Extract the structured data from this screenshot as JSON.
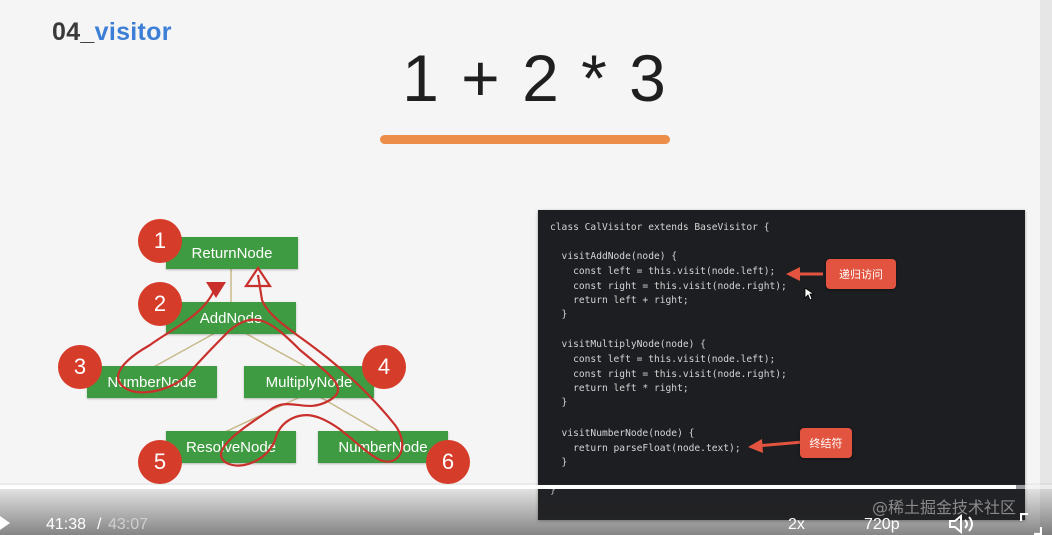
{
  "slide": {
    "title_number": "04_",
    "title_word": "visitor",
    "formula": "1 + 2 * 3",
    "colors": {
      "title_blue": "#3d7fd6",
      "underline": "#ec8d4a",
      "node_green": "#3f9b41",
      "badge_red": "#d63c2a",
      "path_red": "#c9302c",
      "code_bg": "#1d1e22"
    }
  },
  "tree": {
    "nodes": {
      "return": "ReturnNode",
      "add": "AddNode",
      "number_left": "NumberNode",
      "multiply": "MultiplyNode",
      "resolve": "ResolveNode",
      "number_right": "NumberNode"
    },
    "badges": [
      "1",
      "2",
      "3",
      "4",
      "5",
      "6"
    ]
  },
  "code": {
    "lines": [
      "class CalVisitor extends BaseVisitor {",
      "",
      "  visitAddNode(node) {",
      "    const left = this.visit(node.left);",
      "    const right = this.visit(node.right);",
      "    return left + right;",
      "  }",
      "",
      "  visitMultiplyNode(node) {",
      "    const left = this.visit(node.left);",
      "    const right = this.visit(node.right);",
      "    return left * right;",
      "  }",
      "",
      "  visitNumberNode(node) {",
      "    return parseFloat(node.text);",
      "  }",
      "",
      "}"
    ],
    "callout_recursive": "递归访问",
    "callout_terminal": "终结符"
  },
  "player": {
    "current_time": "41:38",
    "separator": "/",
    "total_time": "43:07",
    "progress": 0.9656,
    "speed": "2x",
    "quality": "720p",
    "watermark": "@稀土掘金技术社区",
    "icons": [
      "play-icon",
      "volume-icon",
      "fullscreen-icon"
    ]
  }
}
